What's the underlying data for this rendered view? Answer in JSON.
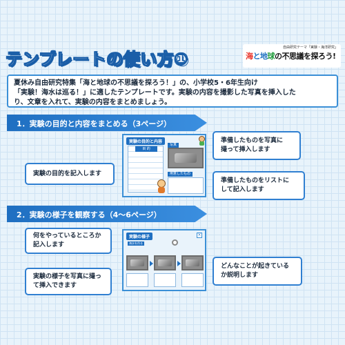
{
  "title": {
    "main": "テンプレートの使い方",
    "number": "①"
  },
  "logo": {
    "small_text": "自由研究テーマ「実験・海洋研究」",
    "main_part1": "海",
    "main_part2": "と地",
    "main_part3": "球",
    "main_part4": "の不思議を探ろう!"
  },
  "intro": {
    "line1": "夏休み自由研究特集「海と地球の不思議を探ろう！」の、小学校5・6年生向け",
    "line2": "「実験！海水は巡る！」に適したテンプレートです。実験の内容を撮影した写真を挿入した",
    "line3": "り、文章を入れて、実験の内容をまとめましょう。"
  },
  "section1": {
    "label": "1．実験の目的と内容をまとめる（3ページ）",
    "slide_title": "実験の目的と内容",
    "paper_tag": "目 的",
    "photo_tag": "写真",
    "list_tag": "用意したもの",
    "callout_left": "実験の目的を記入します",
    "callout_right_top_line1": "準備したものを写真に",
    "callout_right_top_line2": "撮って挿入します",
    "callout_right_bottom_line1": "準備したものをリストに",
    "callout_right_bottom_line2": "して記入します"
  },
  "section2": {
    "label": "2．実験の様子を観察する（4〜6ページ）",
    "slide_title": "実験の様子",
    "slide_subtag": "海水を作る",
    "callout_left_top_line1": "何をやっているところか",
    "callout_left_top_line2": "記入します",
    "callout_left_bottom_line1": "実験の様子を写真に撮っ",
    "callout_left_bottom_line2": "て挿入できます",
    "callout_right_line1": "どんなことが起きている",
    "callout_right_line2": "か説明します"
  },
  "colors": {
    "accent": "#1f6fc1",
    "border": "#3a8fd6",
    "background": "#e8f3fb"
  }
}
